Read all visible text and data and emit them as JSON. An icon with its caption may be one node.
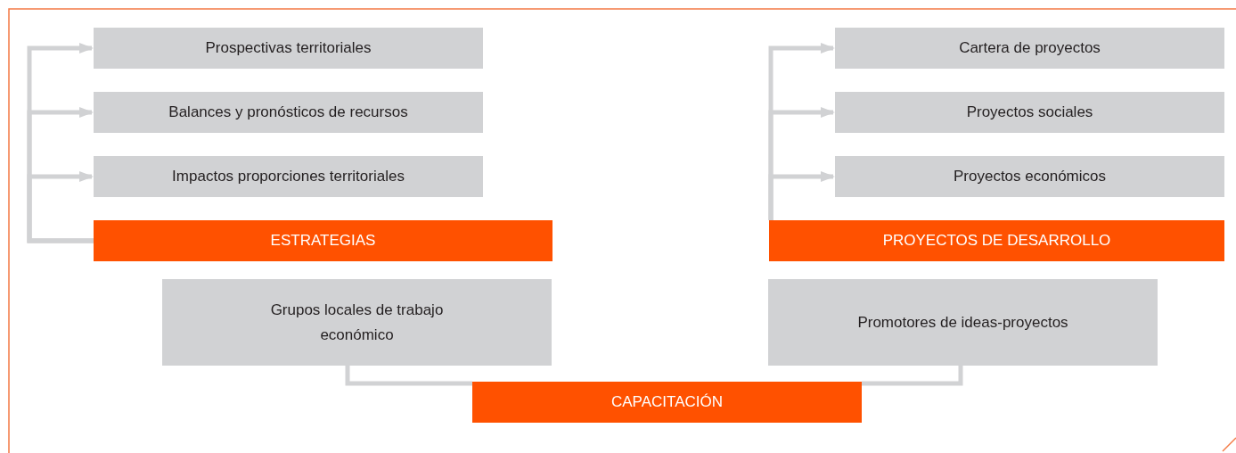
{
  "diagram": {
    "nodes": [
      {
        "text": [
          "Prospectivas territoriales"
        ]
      },
      {
        "text": [
          "Cartera de proyectos"
        ]
      },
      {
        "text": [
          "Balances y pronósticos de recursos"
        ]
      },
      {
        "text": [
          "Proyectos sociales"
        ]
      },
      {
        "text": [
          "Impactos proporciones territoriales"
        ]
      },
      {
        "text": [
          "Proyectos económicos"
        ]
      },
      {
        "text": [
          "ESTRATEGIAS"
        ]
      },
      {
        "text": [
          "PROYECTOS DE DESARROLLO"
        ]
      },
      {
        "text": [
          "Grupos locales de trabajo económico"
        ]
      },
      {
        "text": [
          "Promotores de ideas-proyectos"
        ]
      },
      {
        "text": [
          "CAPACITACIÓN"
        ]
      }
    ],
    "edges": [
      {
        "from": 6,
        "to": 0,
        "arrow": "to"
      },
      {
        "from": 6,
        "to": 2,
        "arrow": "to"
      },
      {
        "from": 6,
        "to": 4,
        "arrow": "to"
      },
      {
        "from": 7,
        "to": 1,
        "arrow": "to"
      },
      {
        "from": 7,
        "to": 3,
        "arrow": "to"
      },
      {
        "from": 7,
        "to": 5,
        "arrow": "to"
      },
      {
        "from": 8,
        "to": 10,
        "arrow": "none"
      },
      {
        "from": 9,
        "to": 10,
        "arrow": "none"
      }
    ]
  }
}
